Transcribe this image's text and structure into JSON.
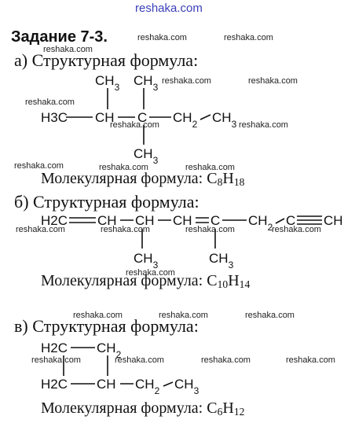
{
  "watermark": {
    "top": "reshaka.com",
    "text": "reshaka.com"
  },
  "task_title": "Задание 7-3.",
  "sections": [
    {
      "letter": "а)",
      "structural_label": "Структурная формула:",
      "molecular_label": "Молекулярная формула:",
      "molecular_formula": {
        "c": "C",
        "c_count": "8",
        "h": "H",
        "h_count": "18"
      },
      "atoms": {
        "ch3_top1": "CH3",
        "ch3_top2": "CH3",
        "h3c": "H3C",
        "ch": "CH",
        "c": "C",
        "ch2": "CH2",
        "ch3_end": "CH3",
        "ch3_bottom": "CH3"
      }
    },
    {
      "letter": "б)",
      "structural_label": "Структурная формула:",
      "molecular_label": "Молекулярная формула:",
      "molecular_formula": {
        "c": "C",
        "c_count": "10",
        "h": "H",
        "h_count": "14"
      },
      "atoms": {
        "h2c": "H2C",
        "ch1": "CH",
        "ch2": "CH",
        "ch3": "CH",
        "c": "C",
        "ch2_chain": "CH2",
        "c_alkyne": "C",
        "ch_end": "CH",
        "ch3_sub1": "CH3",
        "ch3_sub2": "CH3"
      }
    },
    {
      "letter": "в)",
      "structural_label": "Структурная формула:",
      "molecular_label": "Молекулярная формула:",
      "molecular_formula": {
        "c": "C",
        "c_count": "6",
        "h": "H",
        "h_count": "12"
      },
      "atoms": {
        "h2c_top": "H2C",
        "ch2_top": "CH2",
        "h2c_bottom": "H2C",
        "ch": "CH",
        "ch2_chain": "CH2",
        "ch3_end": "CH3"
      }
    }
  ]
}
